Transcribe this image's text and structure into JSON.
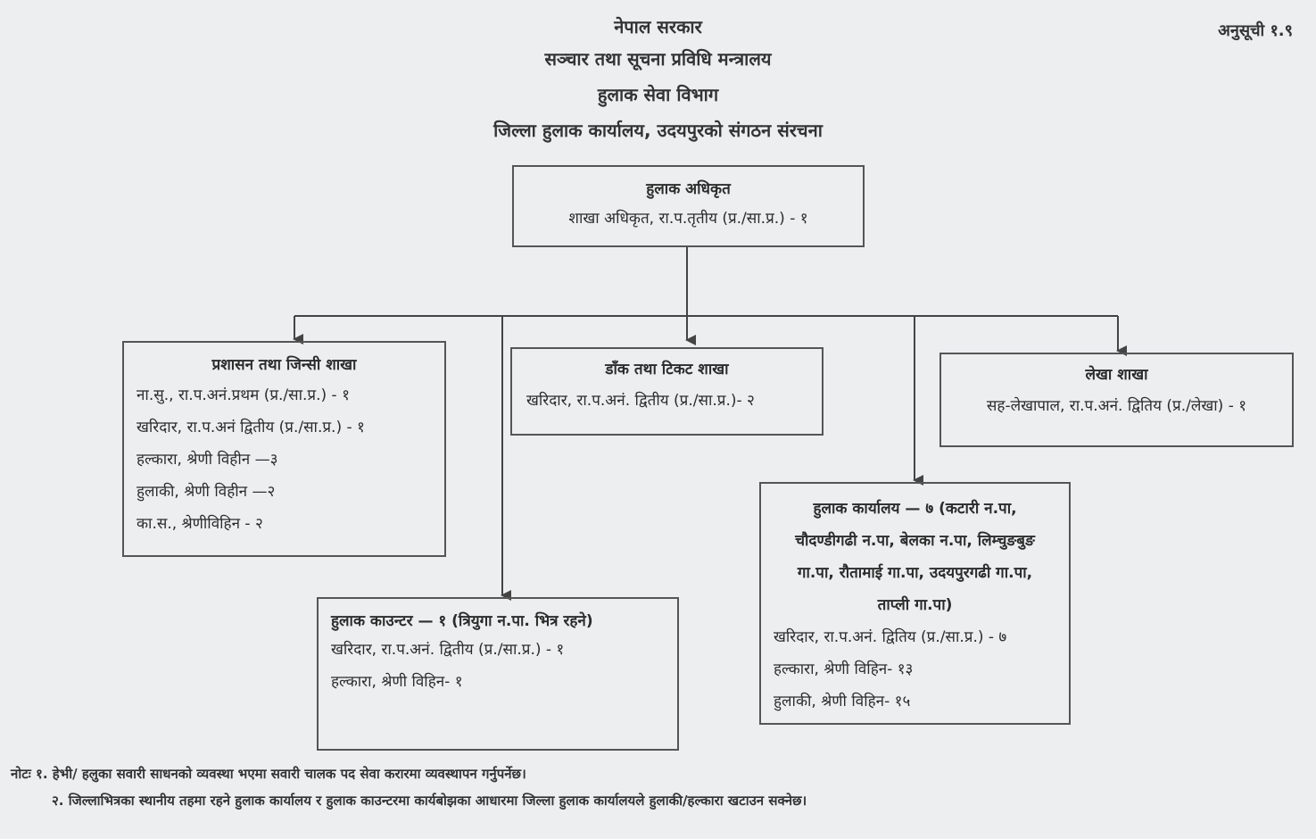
{
  "header": {
    "line1": "नेपाल सरकार",
    "line2": "सञ्चार तथा सूचना प्रविधि मन्त्रालय",
    "line3": "हुलाक सेवा विभाग",
    "line4": "जिल्ला हुलाक कार्यालय, उदयपुरको संगठन संरचना",
    "annex": "अनुसूची १.९"
  },
  "boxes": {
    "top": {
      "title": "हुलाक अधिकृत",
      "line": "शाखा अधिकृत, रा.प.तृतीय (प्र./सा.प्र.) - १"
    },
    "admin": {
      "title": "प्रशासन तथा जिन्सी शाखा",
      "lines": [
        "ना.सु., रा.प.अनं.प्रथम (प्र./सा.प्र.) - १",
        "खरिदार, रा.प.अनं द्वितीय (प्र./सा.प्र.) - १",
        "हल्कारा, श्रेणी विहीन —३",
        "हुलाकी, श्रेणी विहीन —२",
        "का.स., श्रेणीविहिन - २"
      ]
    },
    "dak": {
      "title": "डाँक तथा टिकट शाखा",
      "line": "खरिदार, रा.प.अनं. द्वितीय (प्र./सा.प्र.)- २"
    },
    "lekha": {
      "title": "लेखा शाखा",
      "line": "सह-लेखापाल, रा.प.अनं. द्वितिय (प्र./लेखा) - १"
    },
    "counter": {
      "title": "हुलाक काउन्टर — १ (त्रियुगा न.पा. भित्र रहने)",
      "lines": [
        "खरिदार, रा.प.अनं. द्वितीय (प्र./सा.प्र.) - १",
        "हल्कारा, श्रेणी विहिन- १"
      ]
    },
    "office": {
      "title_lines": [
        "हुलाक कार्यालय — ७ (कटारी न.पा,",
        "चौदण्डीगढी न.पा, बेलका न.पा, लिम्चुङबुङ",
        "गा.पा, रौतामाई गा.पा, उदयपुरगढी गा.पा,",
        "ताप्ली गा.पा)"
      ],
      "lines": [
        "खरिदार, रा.प.अनं. द्वितिय (प्र./सा.प्र.) - ७",
        "हल्कारा, श्रेणी विहिन- १३",
        "हुलाकी, श्रेणी विहिन- १५"
      ]
    }
  },
  "notes": {
    "line1": "नोटः १. हेभी/ हलुका सवारी साधनको व्यवस्था भएमा सवारी चालक पद सेवा करारमा व्यवस्थापन गर्नुपर्नेछ।",
    "line2": "२. जिल्लाभित्रका स्थानीय तहमा रहने हुलाक कार्यालय र हुलाक काउन्टरमा कार्यबोझका आधारमा जिल्ला हुलाक कार्यालयले हुलाकी/हल्कारा खटाउन सक्नेछ।"
  }
}
